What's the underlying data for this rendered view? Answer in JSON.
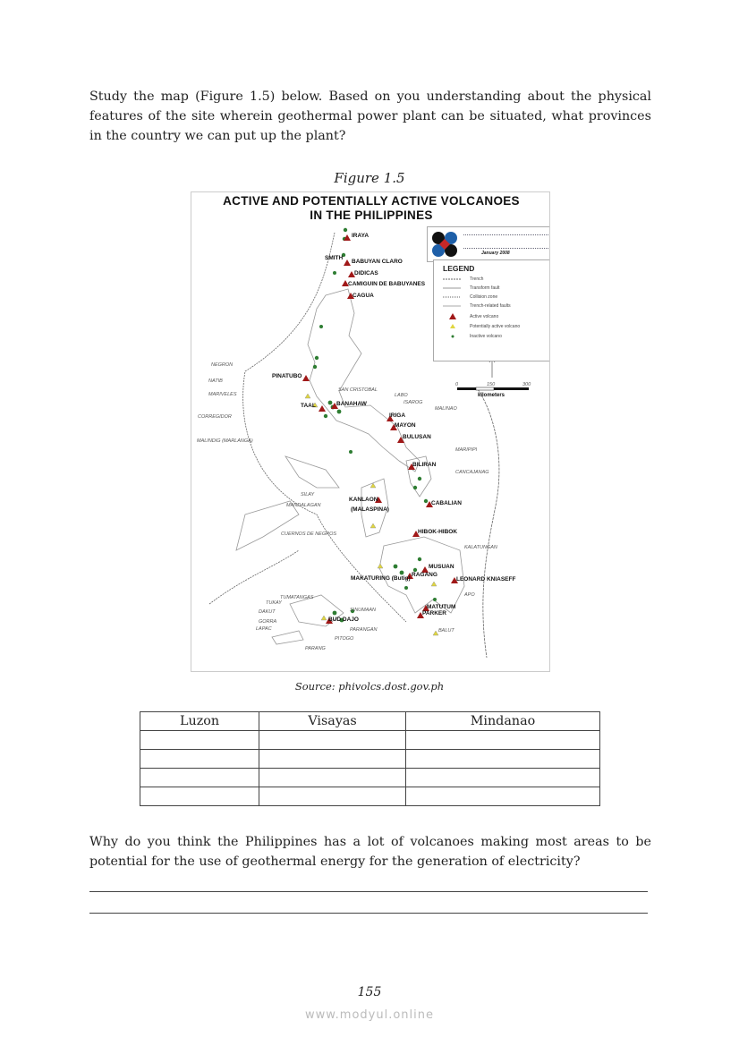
{
  "intro": "Study the map (Figure 1.5) below. Based on you understanding about the physical features of the site wherein geothermal power plant can be situated, what provinces in the country we can put up the plant?",
  "figure_caption": "Figure 1.5",
  "map": {
    "title_line1": "ACTIVE AND POTENTIALLY ACTIVE VOLCANOES",
    "title_line2": "IN THE PHILIPPINES",
    "logo_date": "January 2008",
    "legend": {
      "title": "LEGEND",
      "items": [
        "Trench",
        "Transform fault",
        "Collision zone",
        "Trench-related faults",
        "Active volcano",
        "Potentially active volcano",
        "Inactive volcano"
      ]
    },
    "scale": {
      "ticks": [
        "0",
        "150",
        "300"
      ],
      "unit": "kilometers"
    },
    "active": [
      "IRAYA",
      "SMITH",
      "BABUYAN CLARO",
      "DIDICAS",
      "CAMIGUIN DE BABUYANES",
      "CAGUA",
      "PINATUBO",
      "TAAL",
      "BANAHAW",
      "IRIGA",
      "MAYON",
      "BULUSAN",
      "BILIRAN",
      "KANLAON",
      "(MALASPINA)",
      "CABALIAN",
      "HIBOK-HIBOK",
      "MUSUAN",
      "RAGANG",
      "MAKATURING (Butig)",
      "LEONARD KNIASEFF",
      "MATUTUM",
      "PARKER",
      "BUD DAJO"
    ],
    "potential": [
      "NEGRON",
      "NATIB",
      "MARIVELES",
      "CORREGIDOR",
      "MALINDIG (MARLANGA)",
      "SAN CRISTOBAL",
      "LABO",
      "ISAROG",
      "MALINAO",
      "MARIPIPI",
      "CANCAJANAG",
      "SILAY",
      "MANDALAGAN",
      "CUERNOS DE NEGROS",
      "KALATUNGAN",
      "APO",
      "BALUT",
      "TUMATANGAS",
      "TUKAY",
      "DAKUT",
      "GORRA",
      "LAPAC",
      "SINUMAAN",
      "PARANGAN",
      "PITOGO",
      "PARANG"
    ]
  },
  "source": "Source: phivolcs.dost.gov.ph",
  "table": {
    "headers": [
      "Luzon",
      "Visayas",
      "Mindanao"
    ],
    "empty_rows": 4
  },
  "question": "Why do you think the Philippines has a lot of volcanoes making most areas to be potential for the use of geothermal energy for the generation of electricity?",
  "page_number": "155",
  "watermark": "www.modyul.online"
}
